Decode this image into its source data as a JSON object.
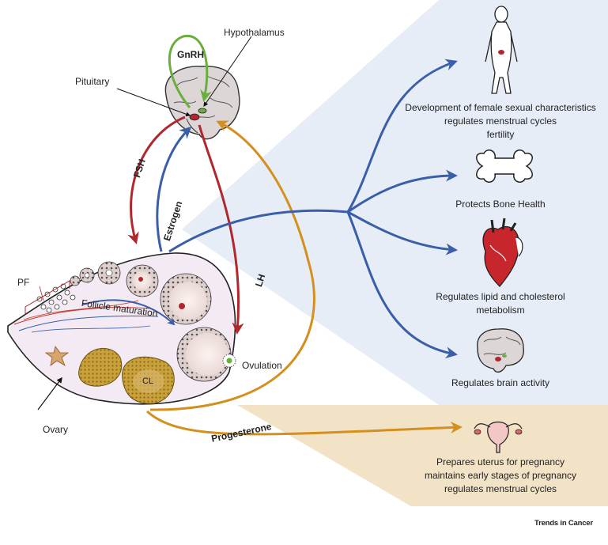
{
  "labels": {
    "hypothalamus": "Hypothalamus",
    "gnrh": "GnRH",
    "pituitary": "Pituitary",
    "fsh": "FSH",
    "estrogen": "Estrogen",
    "lh": "LH",
    "pf": "PF",
    "follicle_maturation": "Follicle maturation",
    "ovulation": "Ovulation",
    "cl": "CL",
    "ovary": "Ovary",
    "progesterone": "Progesterone"
  },
  "estrogen_effects": [
    {
      "icon": "female-body-icon",
      "lines": [
        "Development of female sexual characteristics",
        "regulates menstrual cycles",
        "fertility"
      ]
    },
    {
      "icon": "bone-icon",
      "lines": [
        "Protects Bone Health"
      ]
    },
    {
      "icon": "heart-icon",
      "lines": [
        "Regulates lipid and cholesterol",
        "metabolism"
      ]
    },
    {
      "icon": "brain-icon",
      "lines": [
        "Regulates brain activity"
      ]
    }
  ],
  "progesterone_effects": [
    {
      "icon": "uterus-icon",
      "lines": [
        "Prepares uterus for pregnancy",
        "maintains early stages of pregnancy",
        "regulates menstrual cycles"
      ]
    }
  ],
  "credit": "Trends in Cancer",
  "colors": {
    "fsh_lh": "#b0272d",
    "estrogen": "#3a5ea8",
    "progesterone": "#d58f1f",
    "gnrh": "#6aae3e",
    "blue_panel": "#e6edf6",
    "tan_panel": "#f2e3c6"
  }
}
